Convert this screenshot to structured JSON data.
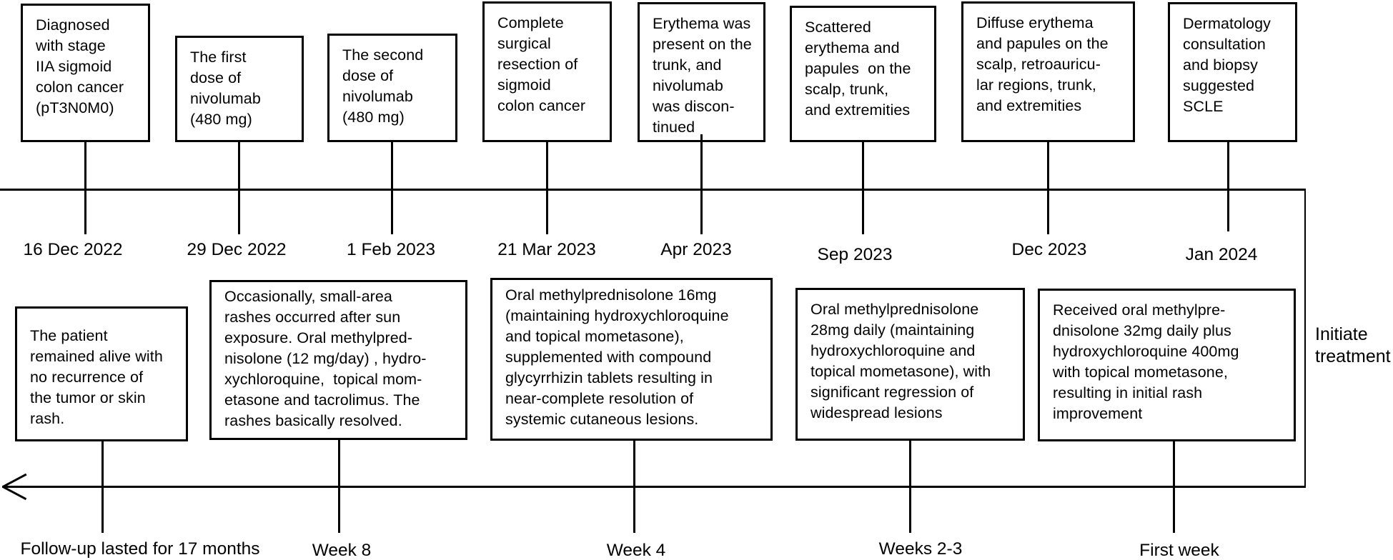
{
  "figure_type": "patient-case-timeline",
  "colors": {
    "background": "#ffffff",
    "ink": "#000000"
  },
  "top_timeline": {
    "events": [
      {
        "text": "Diagnosed\nwith stage\nIIA sigmoid\ncolon cancer\n(pT3N0M0)",
        "date": "16 Dec 2022"
      },
      {
        "text": "The first\ndose of\nnivolumab\n(480 mg)",
        "date": "29 Dec 2022"
      },
      {
        "text": "The second\ndose of\nnivolumab\n(480 mg)",
        "date": "1 Feb 2023"
      },
      {
        "text": "Complete\nsurgical\nresection of\nsigmoid\ncolon cancer",
        "date": "21 Mar 2023"
      },
      {
        "text": "Erythema was\npresent on the\ntrunk, and\nnivolumab\nwas discon-\ntinued",
        "date": "Apr 2023"
      },
      {
        "text": "Scattered\nerythema and\npapules  on the\nscalp, trunk,\nand extremities",
        "date": "Sep 2023"
      },
      {
        "text": "Diffuse erythema\nand papules on the\nscalp, retroauricu-\nlar regions, trunk,\nand extremities",
        "date": "Dec 2023"
      },
      {
        "text": "Dermatology\nconsultation\nand biopsy\nsuggested\nSCLE",
        "date": "Jan 2024"
      }
    ]
  },
  "bottom_timeline": {
    "events": [
      {
        "text": "The patient\nremained alive with\nno recurrence of\nthe tumor or skin\nrash.",
        "label": "Follow-up lasted for 17 months"
      },
      {
        "text": "Occasionally, small-area\nrashes occurred after sun\nexposure. Oral methylpred-\nnisolone (12 mg/day) , hydro-\nxychloroquine,  topical mom-\netasone and tacrolimus. The\nrashes basically resolved.",
        "label": "Week 8"
      },
      {
        "text": "Oral methylprednisolone 16mg\n(maintaining hydroxychloroquine\nand topical mometasone),\nsupplemented with compound\nglycyrrhizin tablets resulting in\nnear-complete resolution of\nsystemic cutaneous lesions.",
        "label": "Week 4"
      },
      {
        "text": "Oral methylprednisolone\n28mg daily (maintaining\nhydroxychloroquine and\ntopical mometasone), with\nsignificant regression of\nwidespread lesions",
        "label": "Weeks 2-3"
      },
      {
        "text": "Received oral methylpre-\ndnisolone 32mg daily plus\nhydroxychloroquine 400mg\nwith topical mometasone,\nresulting in initial rash\nimprovement",
        "label": "First week"
      }
    ],
    "right_label": "Initiate\ntreatment"
  }
}
